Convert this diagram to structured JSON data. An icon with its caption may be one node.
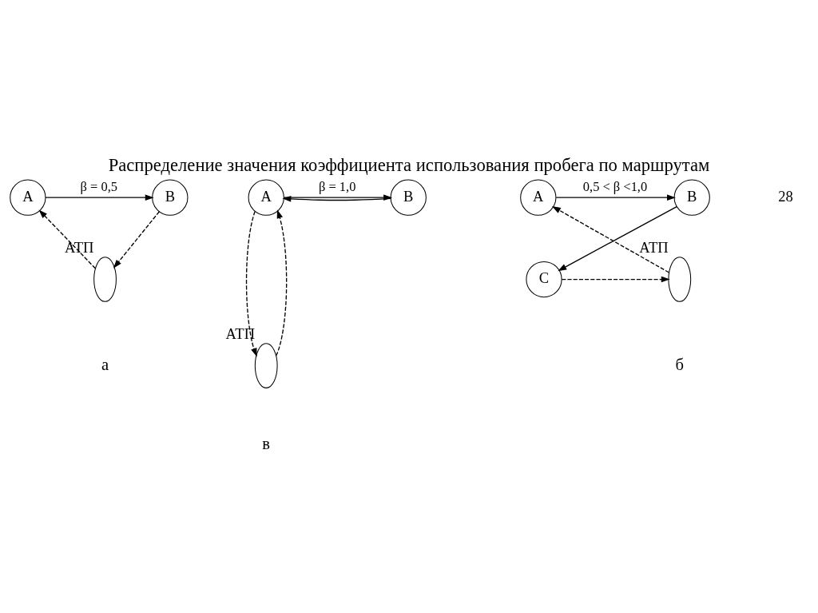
{
  "diagram": {
    "title": "Распределение значения коэффициента использования пробега по маршрутам",
    "nodes": [
      {
        "text": [
          "A"
        ]
      },
      {
        "text": [
          "B"
        ]
      },
      {
        "text": [],
        "shape": "ellipse",
        "beside": [
          "АТП"
        ]
      },
      {
        "text": [
          "A"
        ]
      },
      {
        "text": [
          "B"
        ]
      },
      {
        "text": [],
        "shape": "ellipse",
        "beside": [
          "АТП"
        ]
      },
      {
        "text": [
          "A"
        ]
      },
      {
        "text": [
          "B"
        ]
      },
      {
        "text": [
          "C"
        ]
      },
      {
        "text": [],
        "shape": "ellipse",
        "beside": [
          "АТП"
        ]
      }
    ],
    "edges": [
      {
        "from": 0,
        "to": 1,
        "arrow": "to",
        "label": "β = 0,5"
      },
      {
        "from": 1,
        "to": 2,
        "arrow": "to",
        "style": "dashed"
      },
      {
        "from": 2,
        "to": 0,
        "arrow": "to",
        "style": "dashed"
      },
      {
        "from": 3,
        "to": 4,
        "arrow": "to",
        "label": "β = 1,0"
      },
      {
        "from": 4,
        "to": 3,
        "arrow": "to"
      },
      {
        "from": 3,
        "to": 5,
        "arrow": "to",
        "style": "dashed"
      },
      {
        "from": 5,
        "to": 3,
        "arrow": "to",
        "style": "dashed"
      },
      {
        "from": 6,
        "to": 7,
        "arrow": "to",
        "label": "0,5 < β <1,0"
      },
      {
        "from": 7,
        "to": 8,
        "arrow": "to"
      },
      {
        "from": 8,
        "to": 9,
        "arrow": "to",
        "style": "dashed"
      },
      {
        "from": 9,
        "to": 6,
        "arrow": "to",
        "style": "dashed"
      }
    ],
    "labels": [
      "28",
      "а",
      "в",
      "б"
    ]
  }
}
